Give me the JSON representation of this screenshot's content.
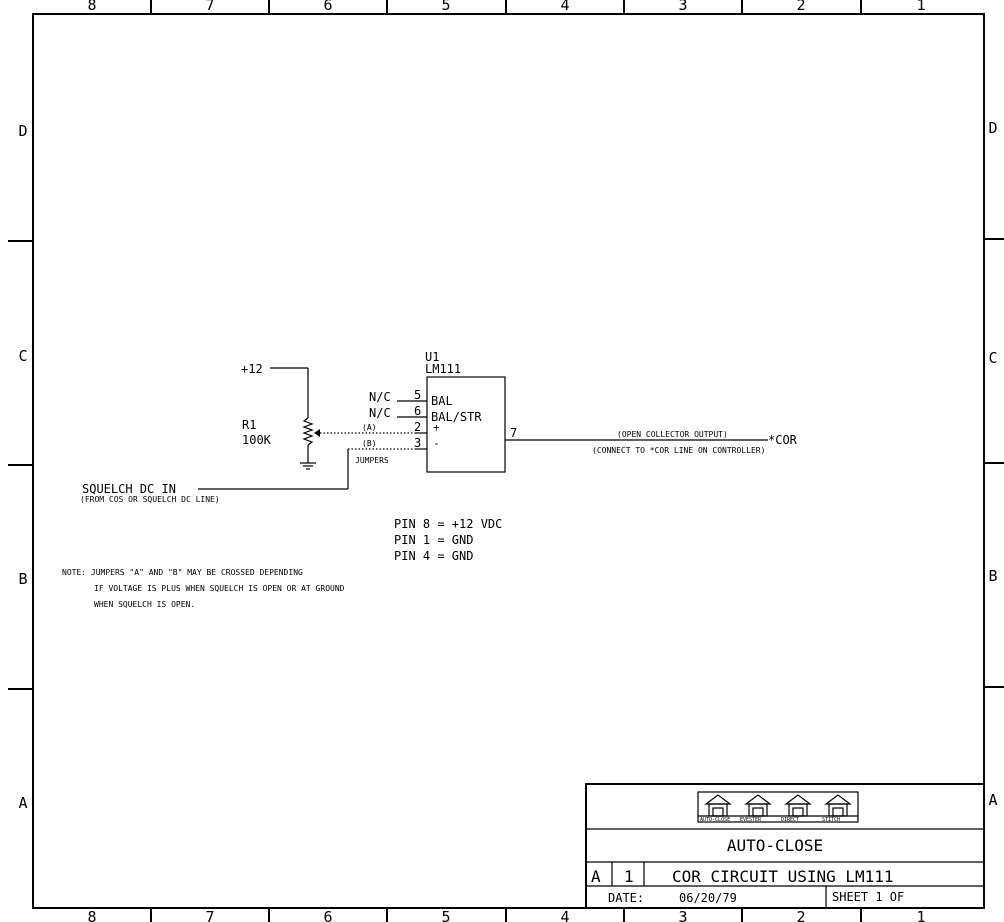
{
  "border": {
    "columns": [
      "8",
      "7",
      "6",
      "5",
      "4",
      "3",
      "2",
      "1"
    ],
    "rows": [
      "D",
      "C",
      "B",
      "A"
    ]
  },
  "power": {
    "label": "+12"
  },
  "resistor": {
    "ref": "R1",
    "value": "100K"
  },
  "ic": {
    "ref": "U1",
    "part": "LM111",
    "pins": [
      {
        "num": "5",
        "net": "N/C",
        "name": "BAL"
      },
      {
        "num": "6",
        "net": "N/C",
        "name": "BAL/STR"
      },
      {
        "num": "2",
        "net": "",
        "name": "+"
      },
      {
        "num": "3",
        "net": "",
        "name": "-"
      }
    ],
    "output_pin": "7"
  },
  "jumpers": {
    "a": "(A)",
    "b": "(B)",
    "label": "JUMPERS"
  },
  "input": {
    "label": "SQUELCH DC IN",
    "sub": "(FROM COS OR SQUELCH DC LINE)"
  },
  "output": {
    "label": "*COR",
    "note1": "(OPEN COLLECTOR OUTPUT)",
    "note2": "(CONNECT TO *COR LINE ON CONTROLLER)"
  },
  "pin_notes": [
    "PIN 8 = +12 VDC",
    "PIN 1 = GND",
    "PIN 4 = GND"
  ],
  "note": [
    "NOTE: JUMPERS \"A\" AND \"B\" MAY BE CROSSED DEPENDING",
    "IF VOLTAGE IS PLUS WHEN SQUELCH IS OPEN OR AT GROUND",
    "WHEN SQUELCH IS OPEN."
  ],
  "title_block": {
    "logo_labels": [
      "AUTO-CLOSE",
      "EVESTER",
      "DIRECT",
      "STITCH"
    ],
    "company": "AUTO-CLOSE",
    "size": "A",
    "rev": "1",
    "title": "COR CIRCUIT USING LM111",
    "date_label": "DATE:",
    "date": "06/20/79",
    "sheet": "SHEET  1 OF"
  }
}
